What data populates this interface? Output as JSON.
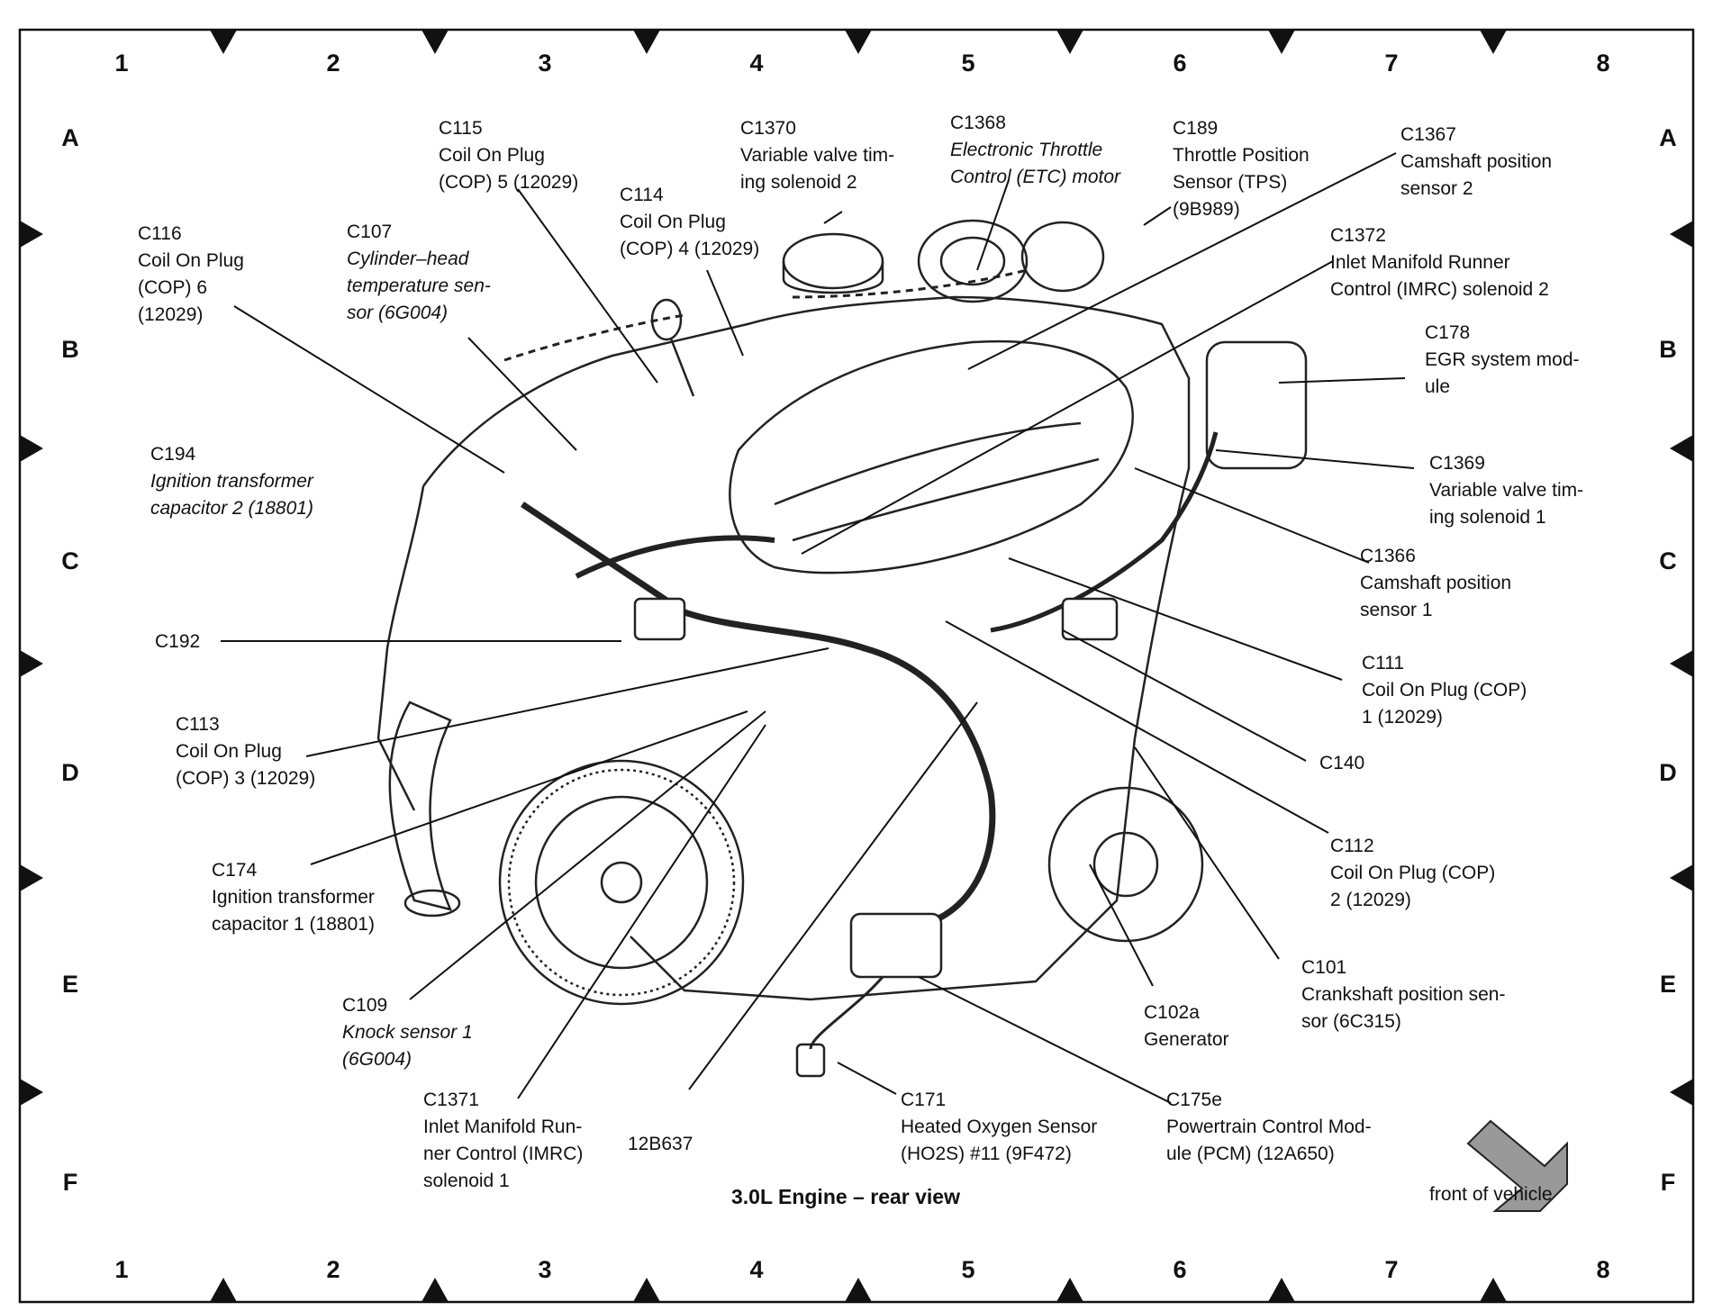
{
  "diagram": {
    "title": "3.0L Engine – rear view",
    "front_label": "front of vehicle",
    "grid_columns": [
      "1",
      "2",
      "3",
      "4",
      "5",
      "6",
      "7",
      "8"
    ],
    "grid_rows": [
      "A",
      "B",
      "C",
      "D",
      "E",
      "F"
    ],
    "callouts": [
      {
        "code": "C115",
        "lines": [
          "Coil On Plug",
          "(COP) 5 (12029)"
        ]
      },
      {
        "code": "C1370",
        "lines": [
          "Variable valve tim-",
          "ing solenoid 2"
        ]
      },
      {
        "code": "C1368",
        "lines": [
          "Electronic Throttle",
          "Control (ETC) motor"
        ]
      },
      {
        "code": "C189",
        "lines": [
          "Throttle Position",
          "Sensor (TPS)",
          "(9B989)"
        ]
      },
      {
        "code": "C1367",
        "lines": [
          "Camshaft position",
          "sensor 2"
        ]
      },
      {
        "code": "C114",
        "lines": [
          "Coil On Plug",
          "(COP) 4 (12029)"
        ]
      },
      {
        "code": "C116",
        "lines": [
          "Coil On Plug",
          "(COP) 6",
          "(12029)"
        ]
      },
      {
        "code": "C107",
        "lines": [
          "Cylinder–head",
          "temperature sen-",
          "sor (6G004)"
        ]
      },
      {
        "code": "C1372",
        "lines": [
          "Inlet Manifold Runner",
          "Control (IMRC) solenoid 2"
        ]
      },
      {
        "code": "C178",
        "lines": [
          "EGR system mod-",
          "ule"
        ]
      },
      {
        "code": "C194",
        "lines": [
          "Ignition transformer",
          "capacitor 2 (18801)"
        ]
      },
      {
        "code": "C1369",
        "lines": [
          "Variable valve tim-",
          "ing solenoid 1"
        ]
      },
      {
        "code": "C1366",
        "lines": [
          "Camshaft position",
          "sensor 1"
        ]
      },
      {
        "code": "C192",
        "lines": []
      },
      {
        "code": "C111",
        "lines": [
          "Coil On Plug (COP)",
          "1 (12029)"
        ]
      },
      {
        "code": "C113",
        "lines": [
          "Coil On Plug",
          "(COP) 3 (12029)"
        ]
      },
      {
        "code": "C140",
        "lines": []
      },
      {
        "code": "C112",
        "lines": [
          "Coil On Plug (COP)",
          "2 (12029)"
        ]
      },
      {
        "code": "C174",
        "lines": [
          "Ignition transformer",
          "capacitor 1 (18801)"
        ]
      },
      {
        "code": "C101",
        "lines": [
          "Crankshaft position sen-",
          "sor (6C315)"
        ]
      },
      {
        "code": "C109",
        "lines": [
          "Knock sensor 1",
          "(6G004)"
        ]
      },
      {
        "code": "C102a",
        "lines": [
          "Generator"
        ]
      },
      {
        "code": "C1371",
        "lines": [
          "Inlet Manifold Run-",
          "ner Control (IMRC)",
          "solenoid 1"
        ]
      },
      {
        "code": "12B637",
        "lines": []
      },
      {
        "code": "C171",
        "lines": [
          "Heated Oxygen Sensor",
          "(HO2S) #11 (9F472)"
        ]
      },
      {
        "code": "C175e",
        "lines": [
          "Powertrain Control Mod-",
          "ule (PCM) (12A650)"
        ]
      }
    ]
  }
}
